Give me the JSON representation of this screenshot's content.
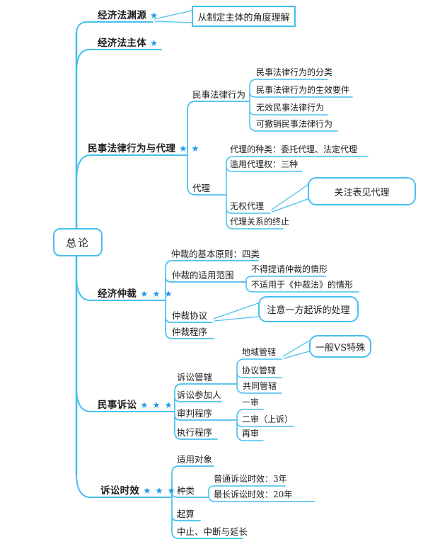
{
  "colors": {
    "line": "#47bfef",
    "star": "#2299e8",
    "text": "#1d1d1f",
    "background": "#ffffff"
  },
  "root": {
    "label": "总论"
  },
  "branches": [
    {
      "label": "经济法渊源",
      "stars": "★",
      "callout": "从制定主体的角度理解",
      "children": []
    },
    {
      "label": "经济法主体",
      "stars": "★",
      "children": []
    },
    {
      "label": "民事法律行为与代理",
      "stars": "★ ★",
      "children": [
        {
          "label": "民事法律行为",
          "children": [
            {
              "label": "民事法律行为的分类"
            },
            {
              "label": "民事法律行为的生效要件"
            },
            {
              "label": "无效民事法律行为"
            },
            {
              "label": "可撤销民事法律行为"
            }
          ]
        },
        {
          "label": "代理",
          "children": [
            {
              "label": "代理的种类：委托代理、法定代理"
            },
            {
              "label": "滥用代理权：三种"
            },
            {
              "label": "无权代理",
              "callout": "关注表见代理"
            },
            {
              "label": "代理关系的终止"
            }
          ]
        }
      ]
    },
    {
      "label": "经济仲裁",
      "stars": "★ ★ ★",
      "children": [
        {
          "label": "仲裁的基本原则：四类"
        },
        {
          "label": "仲裁的适用范围",
          "children": [
            {
              "label": "不得提请仲裁的情形"
            },
            {
              "label": "不适用于《仲裁法》的情形"
            }
          ]
        },
        {
          "label": "仲裁协议",
          "callout": "注意一方起诉的处理"
        },
        {
          "label": "仲裁程序"
        }
      ]
    },
    {
      "label": "民事诉讼",
      "stars": "★ ★ ★",
      "children": [
        {
          "label": "诉讼管辖",
          "children": [
            {
              "label": "地域管辖",
              "callout": "一般VS特殊"
            },
            {
              "label": "协议管辖"
            },
            {
              "label": "共同管辖"
            }
          ]
        },
        {
          "label": "诉讼参加人"
        },
        {
          "label": "审判程序",
          "children": [
            {
              "label": "一审"
            },
            {
              "label": "二审（上诉）"
            },
            {
              "label": "再审"
            }
          ]
        },
        {
          "label": "执行程序"
        }
      ]
    },
    {
      "label": "诉讼时效",
      "stars": "★ ★ ★",
      "children": [
        {
          "label": "适用对象"
        },
        {
          "label": "种类",
          "children": [
            {
              "label": "普通诉讼时效：3年"
            },
            {
              "label": "最长诉讼时效：20年"
            }
          ]
        },
        {
          "label": "起算"
        },
        {
          "label": "中止、中断与延长"
        }
      ]
    }
  ]
}
